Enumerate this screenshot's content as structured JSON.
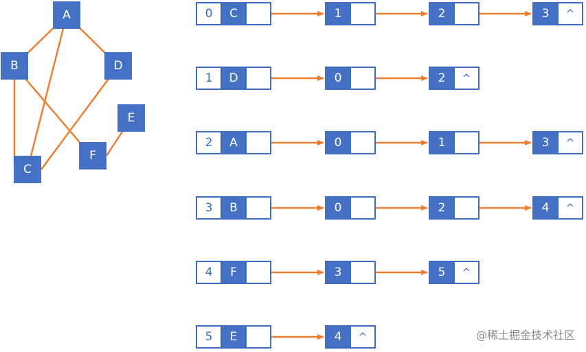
{
  "graph": {
    "nodes": [
      {
        "id": "A",
        "label": "A"
      },
      {
        "id": "B",
        "label": "B"
      },
      {
        "id": "D",
        "label": "D"
      },
      {
        "id": "E",
        "label": "E"
      },
      {
        "id": "F",
        "label": "F"
      },
      {
        "id": "C",
        "label": "C"
      }
    ],
    "edges": [
      [
        "A",
        "B"
      ],
      [
        "A",
        "D"
      ],
      [
        "A",
        "C"
      ],
      [
        "B",
        "C"
      ],
      [
        "B",
        "F"
      ],
      [
        "D",
        "C"
      ],
      [
        "E",
        "F"
      ]
    ]
  },
  "adjacency_list": [
    {
      "index": "0",
      "vertex": "C",
      "neighbors": [
        "1",
        "2",
        "3"
      ]
    },
    {
      "index": "1",
      "vertex": "D",
      "neighbors": [
        "0",
        "2"
      ]
    },
    {
      "index": "2",
      "vertex": "A",
      "neighbors": [
        "0",
        "1",
        "3"
      ]
    },
    {
      "index": "3",
      "vertex": "B",
      "neighbors": [
        "0",
        "2",
        "4"
      ]
    },
    {
      "index": "4",
      "vertex": "F",
      "neighbors": [
        "3",
        "5"
      ]
    },
    {
      "index": "5",
      "vertex": "E",
      "neighbors": [
        "4"
      ]
    }
  ],
  "null_marker": "^",
  "colors": {
    "node_fill": "#4471c4",
    "border": "#3d6cc0",
    "arrow": "#ed7d31"
  },
  "watermark": "@稀土掘金技术社区"
}
